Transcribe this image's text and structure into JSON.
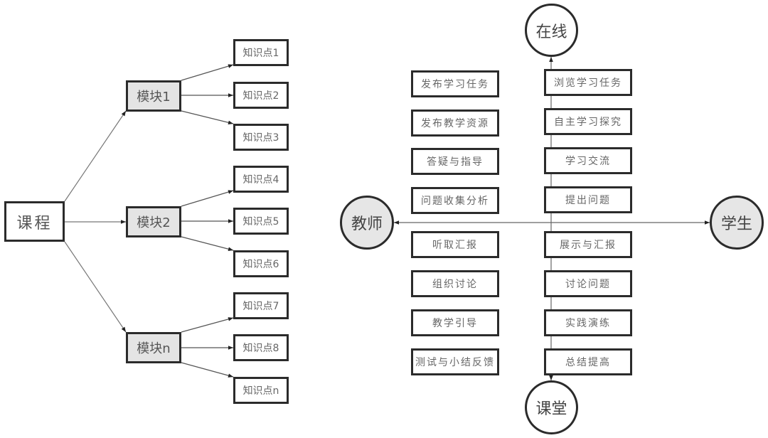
{
  "left_diagram": {
    "root": "课程",
    "modules": [
      {
        "label": "模块1",
        "points": [
          "知识点1",
          "知识点2",
          "知识点3"
        ]
      },
      {
        "label": "模块2",
        "points": [
          "知识点4",
          "知识点5",
          "知识点6"
        ]
      },
      {
        "label": "模块n",
        "points": [
          "知识点7",
          "知识点8",
          "知识点n"
        ]
      }
    ]
  },
  "right_diagram": {
    "top_node": "在线",
    "bottom_node": "课堂",
    "left_node": "教师",
    "right_node": "学生",
    "teacher_actions": [
      "发布学习任务",
      "发布教学资源",
      "答疑与指导",
      "问题收集分析",
      "听取汇报",
      "组织讨论",
      "教学引导",
      "测试与小结反馈"
    ],
    "student_actions": [
      "浏览学习任务",
      "自主学习探究",
      "学习交流",
      "提出问题",
      "展示与汇报",
      "讨论问题",
      "实践演练",
      "总结提高"
    ]
  },
  "colors": {
    "border": "#2b2b2b",
    "module_fill": "#e4e4e4",
    "role_fill": "#e6e6e6",
    "line": "#555555"
  }
}
